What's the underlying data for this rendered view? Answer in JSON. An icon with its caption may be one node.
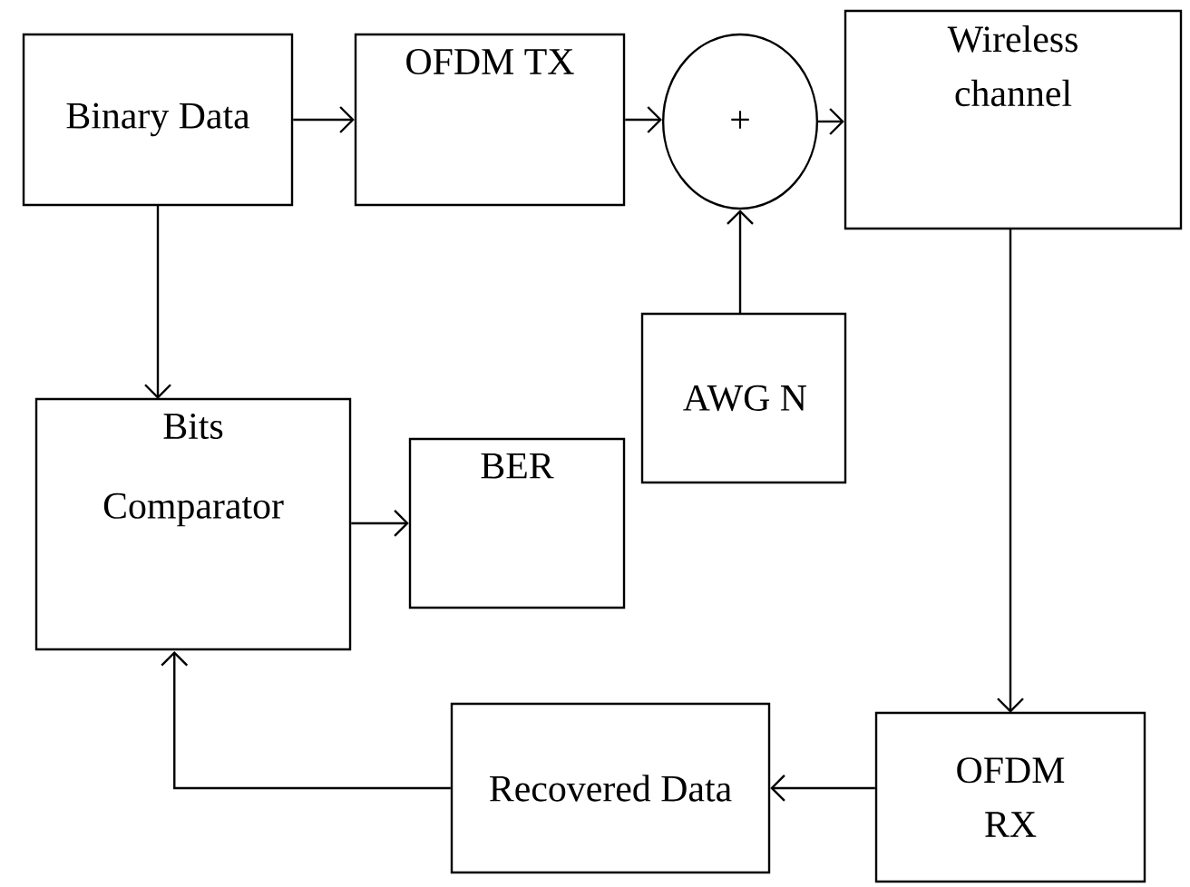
{
  "diagram": {
    "nodes": [
      {
        "text": [
          "Binary Data"
        ]
      },
      {
        "text": [
          "OFDM TX"
        ]
      },
      {
        "text": [
          "+"
        ]
      },
      {
        "text": [
          "Wireless channel"
        ]
      },
      {
        "text": [
          "AWG N"
        ]
      },
      {
        "text": [
          "Bits",
          "Comparator"
        ]
      },
      {
        "text": [
          "BER"
        ]
      },
      {
        "text": [
          "OFDM RX"
        ]
      },
      {
        "text": [
          "Recovered Data"
        ]
      }
    ],
    "edges": [
      {
        "from": 0,
        "to": 1,
        "arrow": "to"
      },
      {
        "from": 1,
        "to": 2,
        "arrow": "to"
      },
      {
        "from": 2,
        "to": 3,
        "arrow": "to"
      },
      {
        "from": 4,
        "to": 2,
        "arrow": "to"
      },
      {
        "from": 0,
        "to": 5,
        "arrow": "to"
      },
      {
        "from": 5,
        "to": 6,
        "arrow": "to"
      },
      {
        "from": 3,
        "to": 7,
        "arrow": "to"
      },
      {
        "from": 7,
        "to": 8,
        "arrow": "to"
      },
      {
        "from": 8,
        "to": 5,
        "arrow": "to"
      }
    ]
  }
}
